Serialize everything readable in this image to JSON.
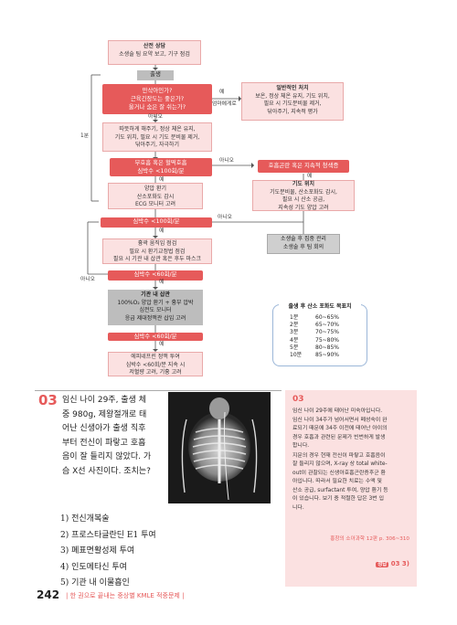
{
  "flow": {
    "b1": {
      "title": "산전 상담",
      "line": "소생술 팀 요약 보고, 기구 점검"
    },
    "birth": "출생",
    "q1": [
      "만삭아인가?",
      "근육긴장도는 좋은가?",
      "울거나 숨은 잘 쉬는가?"
    ],
    "yes_q1": [
      "예",
      "엄마에게로"
    ],
    "no_q1": "아니오",
    "routine": {
      "title": "일반적인 처치",
      "lines": [
        "보온, 정상 체온 유지, 기도 위치,",
        "필요 시 기도분비물 제거,",
        "닦아주기, 지속적 평가"
      ]
    },
    "initial": [
      "따뜻하게 해주기, 정상 체온 유지,",
      "기도 위치, 필요 시 기도 분비물 제거,",
      "닦아주기, 자극하기"
    ],
    "one_min": "1분",
    "q2": [
      "무호흡 혹은 헐떡호흡",
      "심박수 <100회/분"
    ],
    "no_q2": "아니오",
    "yes_q2": "예",
    "q3": "호흡곤란 혹은 지속적 청색증",
    "yes_q3": "예",
    "ppv": [
      "양압 환기",
      "산소포화도 감시",
      "ECG 모니터 고려"
    ],
    "airway": {
      "title": "기도 위치",
      "lines": [
        "기도분비물, 산소포화도 감시,",
        "필요 시 산소 공급,",
        "지속성 기도 양압 고려"
      ]
    },
    "q4": "심박수 <100회/분",
    "yes_q4": "예",
    "no_q4": "아니오",
    "post": [
      "소생술 후 집중 관리",
      "소생술 후 팀 회의"
    ],
    "check": [
      "흉곽 움직임 점검",
      "필요 시 환기교정법 점검",
      "필요 시 기관 내 삽관 혹은 후두 마스크"
    ],
    "q5": "심박수 <60회/분",
    "yes_q5": "예",
    "no_q5": "아니오",
    "intub": {
      "title": "기관 내 삽관",
      "lines": [
        "100%O₂ 양압 환기 + 흉부 압박",
        "심전도 모니터",
        "응급 제대정맥관 삽입 고려"
      ]
    },
    "q6": "심박수 <60회/분",
    "yes_q6": "예",
    "epi": [
      "에피네프린 정맥 투여",
      "심박수 <60회/분 지속 시",
      "저혈량 고려, 기흉 고려"
    ]
  },
  "spo2": {
    "title": "출생 후 산소 포화도 목표치",
    "rows": [
      [
        "1분",
        "60~65%"
      ],
      [
        "2분",
        "65~70%"
      ],
      [
        "3분",
        "70~75%"
      ],
      [
        "4분",
        "75~80%"
      ],
      [
        "5분",
        "80~85%"
      ],
      [
        "10분",
        "85~90%"
      ]
    ]
  },
  "question": {
    "number": "03",
    "text": [
      "임신 나이 29주, 출생 체",
      "중 980g, 제왕절개로 태",
      "어난 신생아가 출생 직후",
      "부터 전신이 파랗고 호흡",
      "음이 잘 들리지 않았다. 가",
      "슴 X선 사진이다. 조치는?"
    ],
    "choices": [
      "1) 전신개복술",
      "2) 프로스타글란딘 E1 투여",
      "3) 폐표면활성제 투여",
      "4) 인도메타신 투여",
      "5) 기관 내 이물흡인"
    ]
  },
  "answer": {
    "number": "03",
    "paragraphs": [
      [
        "임신 나이 29주에 태어난 미숙아입니다.",
        "임신 나이 34주가 넘어서면서 폐성숙이 완",
        "료되기 때문에 34주 이전에 태어난 아이의",
        "경우 호흡과 관련된 문제가 빈번하게 발생",
        "합니다."
      ],
      [
        "지문의 경우 현재 전신이 파랗고 호흡음이",
        "잘 들리지 않으며, X-ray 상 total white-",
        "out이 관찰되는 신생아호흡곤란증후군 환",
        "아입니다. 따라서 필요한 치료는 수액 및",
        "산소 공급, surfactant 투여, 양압 환기 등",
        "이 있습니다. 보기 중 적절한 답은 3번 입",
        "니다."
      ]
    ],
    "reference": "홍창의 소아과학 12판 p. 306~310",
    "tag": "정답",
    "answer_text": "03 3)"
  },
  "footer": {
    "page": "242",
    "text": "한 권으로 끝내는 중상별 KMLE 적중문제"
  },
  "colors": {
    "accent": "#e65a5a",
    "pink": "#fbe1e1",
    "gray": "#bdbdbd"
  }
}
